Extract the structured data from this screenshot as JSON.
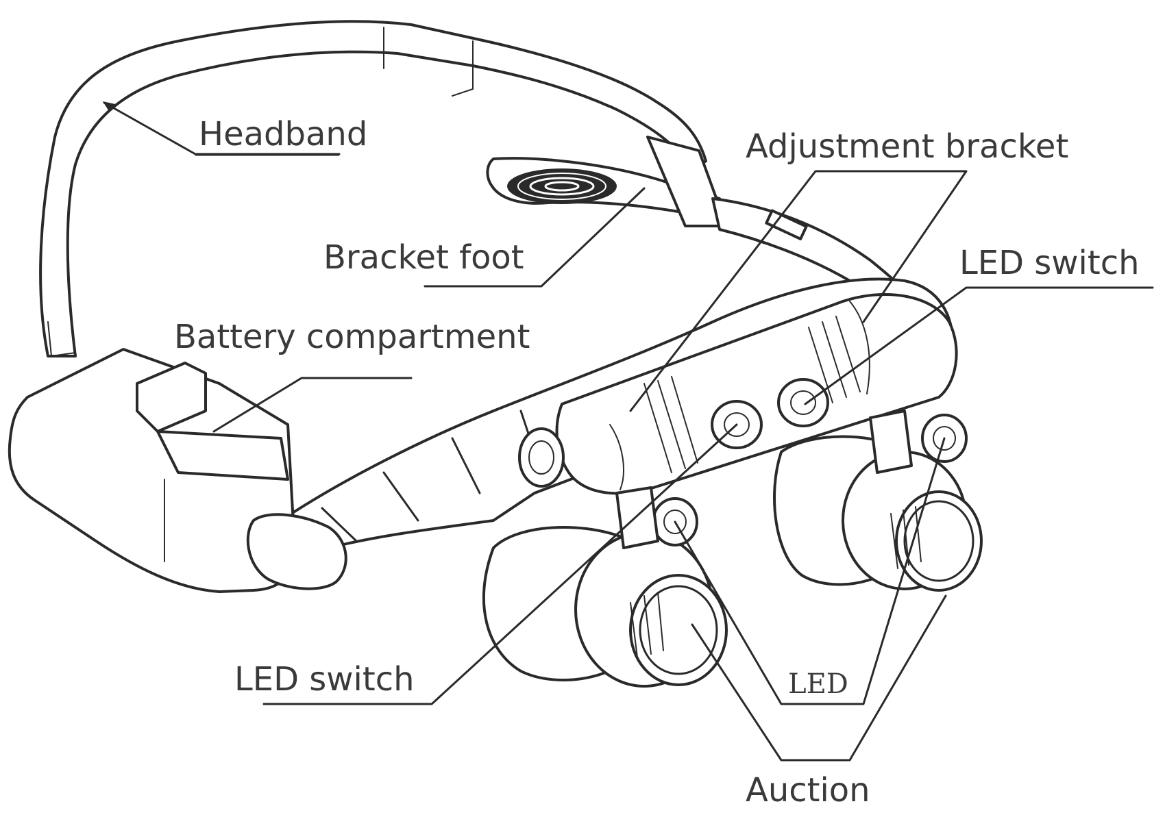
{
  "labels": {
    "headband": "Headband",
    "adjustment_bracket": "Adjustment bracket",
    "bracket_foot": "Bracket foot",
    "led_switch_right": "LED switch",
    "battery_compartment": "Battery compartment",
    "led_switch_left": "LED switch",
    "led": "LED",
    "auction": "Auction"
  },
  "colors": {
    "line": "#2a2a2a",
    "text": "#3a3a3a",
    "background": "#ffffff"
  }
}
